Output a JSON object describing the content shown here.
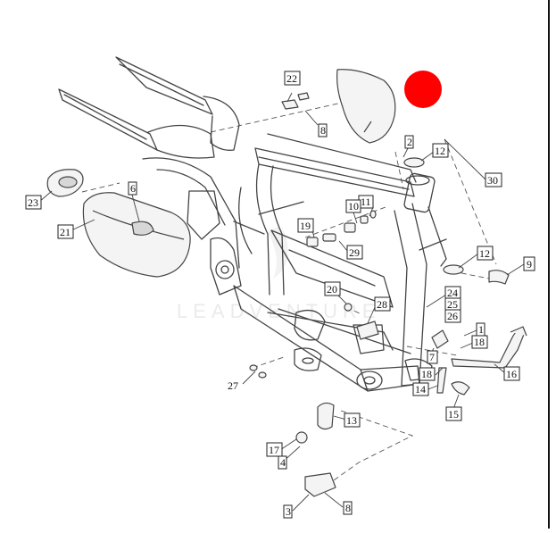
{
  "watermark": "LEADVENTURE",
  "marker_color": "#ff0000",
  "callouts": [
    {
      "id": "c22",
      "label": "22"
    },
    {
      "id": "c8a",
      "label": "8"
    },
    {
      "id": "c2a",
      "label": "2"
    },
    {
      "id": "c12a",
      "label": "12"
    },
    {
      "id": "c30",
      "label": "30"
    },
    {
      "id": "c23",
      "label": "23"
    },
    {
      "id": "c6",
      "label": "6"
    },
    {
      "id": "c21",
      "label": "21"
    },
    {
      "id": "c11",
      "label": "11"
    },
    {
      "id": "c10",
      "label": "10"
    },
    {
      "id": "c19",
      "label": "19"
    },
    {
      "id": "c29",
      "label": "29"
    },
    {
      "id": "c12b",
      "label": "12"
    },
    {
      "id": "c9",
      "label": "9"
    },
    {
      "id": "c20",
      "label": "20"
    },
    {
      "id": "c28",
      "label": "28"
    },
    {
      "id": "c24",
      "label": "24"
    },
    {
      "id": "c25",
      "label": "25"
    },
    {
      "id": "c26",
      "label": "26"
    },
    {
      "id": "c1",
      "label": "1"
    },
    {
      "id": "c18a",
      "label": "18"
    },
    {
      "id": "c7",
      "label": "7"
    },
    {
      "id": "c18b",
      "label": "18"
    },
    {
      "id": "c14",
      "label": "14"
    },
    {
      "id": "c16",
      "label": "16"
    },
    {
      "id": "c15",
      "label": "15"
    },
    {
      "id": "c13",
      "label": "13"
    },
    {
      "id": "c17",
      "label": "17"
    },
    {
      "id": "c4",
      "label": "4"
    },
    {
      "id": "c3",
      "label": "3"
    },
    {
      "id": "c8b",
      "label": "8"
    }
  ],
  "plain_labels": [
    {
      "id": "p27",
      "label": "27"
    }
  ]
}
